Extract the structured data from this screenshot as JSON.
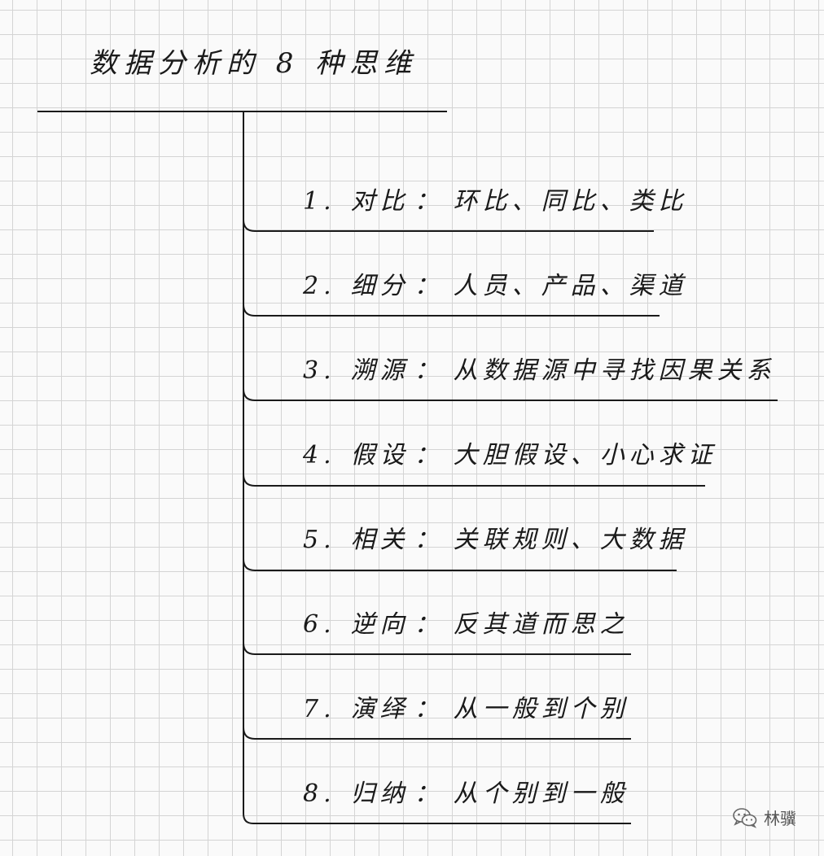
{
  "title": "数据分析的 8 种思维",
  "items": [
    {
      "num": "1.",
      "name": "对比",
      "sep": "：",
      "desc": "环比、同比、类比"
    },
    {
      "num": "2.",
      "name": "细分",
      "sep": "：",
      "desc": "人员、产品、渠道"
    },
    {
      "num": "3.",
      "name": "溯源",
      "sep": "：",
      "desc": "从数据源中寻找因果关系"
    },
    {
      "num": "4.",
      "name": "假设",
      "sep": "：",
      "desc": "大胆假设、小心求证"
    },
    {
      "num": "5.",
      "name": "相关",
      "sep": "：",
      "desc": "关联规则、大数据"
    },
    {
      "num": "6.",
      "name": "逆向",
      "sep": "：",
      "desc": "反其道而思之"
    },
    {
      "num": "7.",
      "name": "演绎",
      "sep": "：",
      "desc": "从一般到个别"
    },
    {
      "num": "8.",
      "name": "归纳",
      "sep": "：",
      "desc": "从个别到一般"
    }
  ],
  "watermark": {
    "icon": "wechat-icon",
    "text": "林骥"
  }
}
